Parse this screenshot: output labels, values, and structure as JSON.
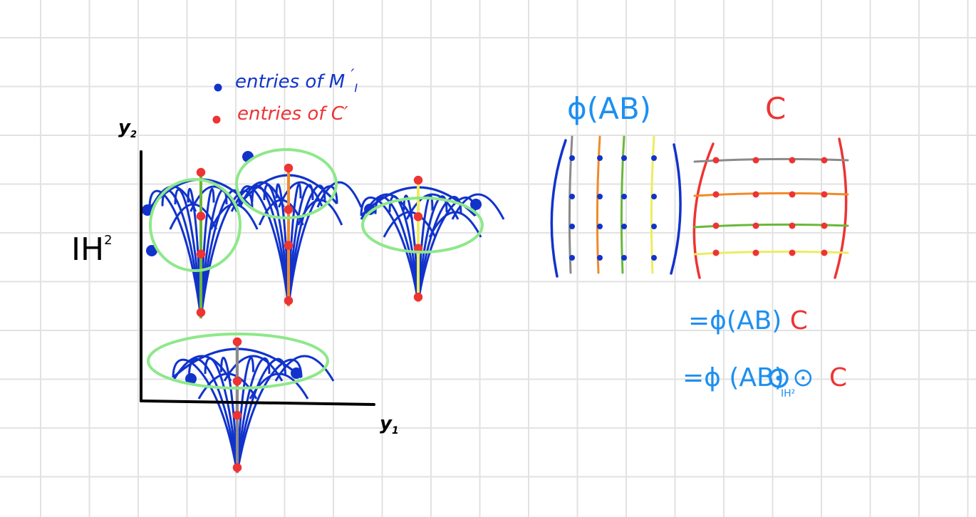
{
  "colors": {
    "blue": "#1133cc",
    "red": "#ee3333",
    "green_ellipse": "#8ee88a",
    "sky_blue": "#1e8ff0",
    "gray": "#8a8a8a",
    "orange": "#f08a2a",
    "lime": "#6ab83a",
    "yellow": "#ecec60"
  },
  "legend": {
    "blue_label": "entries of M",
    "blue_sub": "I",
    "blue_prime": "′",
    "red_label": "entries of C′"
  },
  "axes": {
    "y_label": "y",
    "y_sub": "2",
    "x_label": "y",
    "x_sub": "1",
    "space_label": "IH",
    "space_sup": "2"
  },
  "matrices": {
    "left_title": "ϕ(AB)",
    "right_title": "C",
    "left_columns": [
      "gray",
      "orange",
      "lime",
      "yellow"
    ],
    "right_rows": [
      "gray",
      "orange",
      "lime",
      "yellow"
    ]
  },
  "equations": {
    "eq1_left": "=ϕ(AB)",
    "eq1_right": "C",
    "eq2_left": "=ϕ (AB) ⊙",
    "eq2_sub": "IH²",
    "eq2_right": "C"
  },
  "cones": [
    {
      "id": "cone-1",
      "axis_color": "lime"
    },
    {
      "id": "cone-2",
      "axis_color": "orange"
    },
    {
      "id": "cone-3",
      "axis_color": "yellow"
    },
    {
      "id": "cone-4",
      "axis_color": "gray"
    }
  ]
}
